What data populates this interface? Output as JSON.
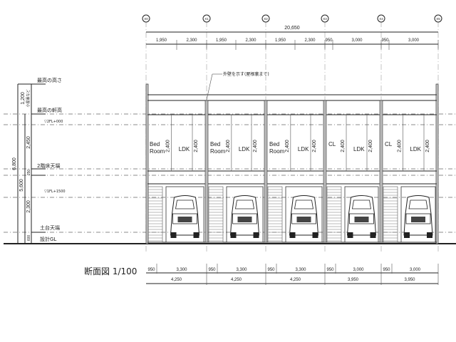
{
  "grid_labels": [
    "X0",
    "X1",
    "X2",
    "X3",
    "X4",
    "X5"
  ],
  "top_dims": {
    "total": "20,650",
    "spans": [
      "1,950",
      "2,300",
      "1,950",
      "2,300",
      "1,950",
      "2,300",
      "950",
      "3,000",
      "950",
      "3,000"
    ]
  },
  "bottom_dims": {
    "spans": [
      "950",
      "3,300",
      "950",
      "3,300",
      "950",
      "3,300",
      "950",
      "3,000",
      "950",
      "3,000"
    ],
    "totals": [
      "4,250",
      "4,250",
      "4,250",
      "3,950",
      "3,950"
    ]
  },
  "levels": {
    "max_height": "最高の高さ",
    "eave_height": "最高の軒高",
    "fl2_label": "▽2FL+000",
    "floor2_top": "2階床天端",
    "fl1_label": "▽1FL+1500",
    "sill_top": "土台天端",
    "design_gl": "設計GL"
  },
  "left_dims": {
    "overall": "6,800",
    "main": "5,600",
    "roof": "1,200",
    "roof_note": "小屋裏など",
    "upper": "2,450",
    "slab": "250",
    "lower": "2,300",
    "base": "600"
  },
  "leader_note": "外壁を示す(屋根裏まで)",
  "rooms": [
    {
      "a": "Bed Room",
      "b": "LDK"
    },
    {
      "a": "Bed Room",
      "b": "LDK"
    },
    {
      "a": "Bed Room",
      "b": "LDK"
    },
    {
      "a": "CL",
      "b": "LDK"
    },
    {
      "a": "CL",
      "b": "LDK"
    }
  ],
  "ceiling_height": "2,400",
  "drawing_title": "断面図  1/100"
}
